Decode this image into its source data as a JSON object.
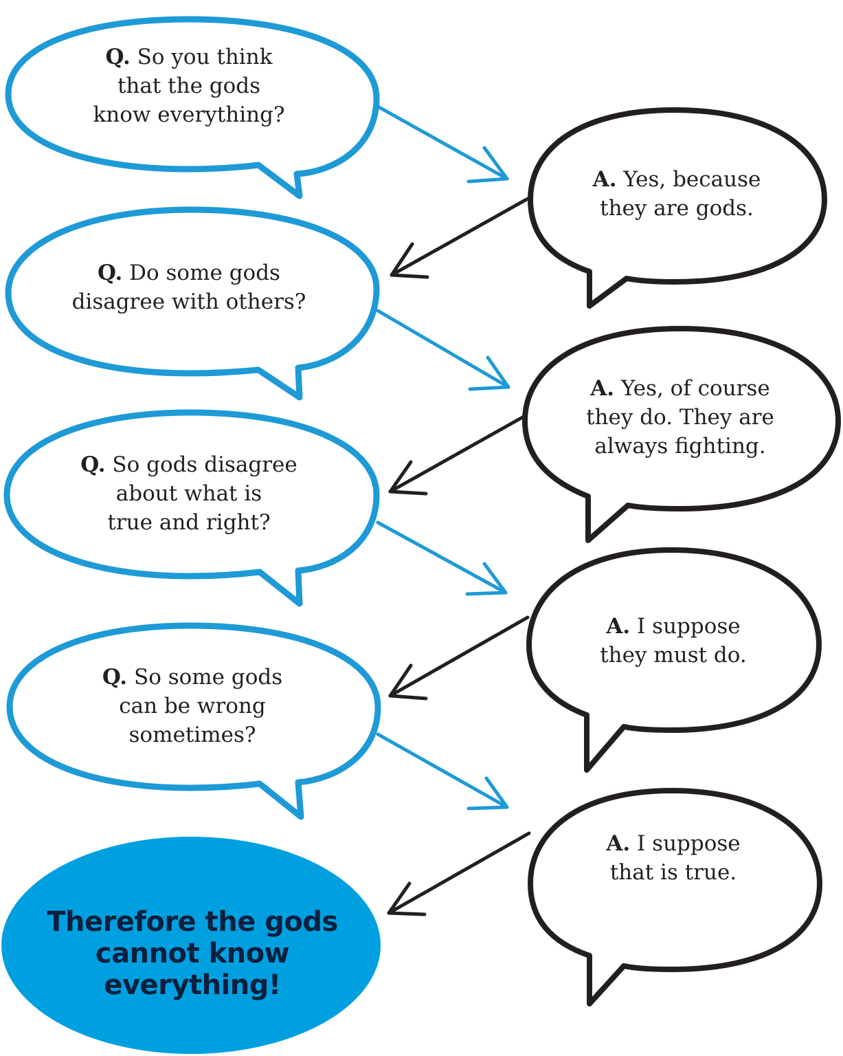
{
  "colors": {
    "question": "#1e9ad6",
    "answer": "#231f20",
    "conclusion_fill": "#00a0e0",
    "conclusion_text": "#0d1f3d"
  },
  "questions": [
    {
      "tag": "Q.",
      "text": " So you think\nthat the gods\nknow everything?"
    },
    {
      "tag": "Q.",
      "text": " Do some gods\ndisagree with others?"
    },
    {
      "tag": "Q.",
      "text": " So gods disagree\nabout what is\ntrue and right?"
    },
    {
      "tag": "Q.",
      "text": " So some gods\ncan be wrong\nsometimes?"
    }
  ],
  "answers": [
    {
      "tag": "A.",
      "text": " Yes, because\nthey are gods."
    },
    {
      "tag": "A.",
      "text": " Yes, of course\nthey do. They are\nalways fighting."
    },
    {
      "tag": "A.",
      "text": " I suppose\nthey must do."
    },
    {
      "tag": "A.",
      "text": " I suppose\nthat is true."
    }
  ],
  "conclusion": {
    "text": "Therefore the gods\ncannot know\neverything!"
  }
}
